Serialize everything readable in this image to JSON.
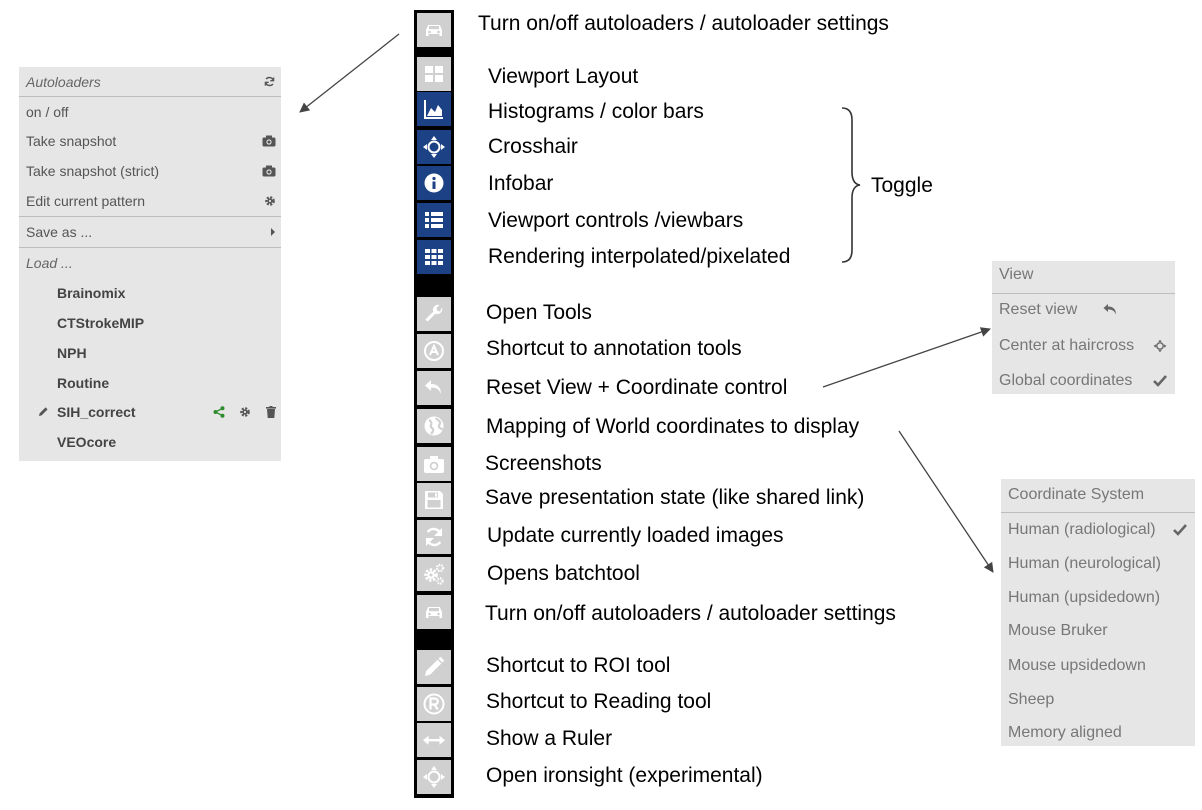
{
  "autoloader_menu": {
    "header": "Autoloaders",
    "items": [
      "on / off",
      "Take snapshot",
      "Take snapshot (strict)",
      "Edit current pattern"
    ],
    "save_as": "Save as ...",
    "load_header": "Load ...",
    "patterns": [
      "Brainomix",
      "CTStrokeMIP",
      "NPH",
      "Routine",
      "SIH_correct",
      "VEOcore"
    ],
    "accent_share_color": "#2e8b2e"
  },
  "toolbar": {
    "buttons": [
      {
        "icon": "car-icon",
        "style": "grey"
      },
      {
        "icon": "layout-grid-icon",
        "style": "grey"
      },
      {
        "icon": "area-chart-icon",
        "style": "blue"
      },
      {
        "icon": "crosshair-arrows-icon",
        "style": "blue"
      },
      {
        "icon": "info-icon",
        "style": "blue"
      },
      {
        "icon": "list-icon",
        "style": "blue"
      },
      {
        "icon": "grid-dots-icon",
        "style": "blue"
      },
      {
        "icon": "wrench-icon",
        "style": "grey"
      },
      {
        "icon": "annotation-circle-icon",
        "style": "grey"
      },
      {
        "icon": "undo-arrow-icon",
        "style": "grey"
      },
      {
        "icon": "globe-icon",
        "style": "grey"
      },
      {
        "icon": "camera-icon",
        "style": "grey"
      },
      {
        "icon": "floppy-disk-icon",
        "style": "grey"
      },
      {
        "icon": "refresh-icon",
        "style": "grey"
      },
      {
        "icon": "gears-icon",
        "style": "grey"
      },
      {
        "icon": "car-icon",
        "style": "grey"
      },
      {
        "icon": "pencil-icon",
        "style": "grey"
      },
      {
        "icon": "registered-r-icon",
        "style": "grey"
      },
      {
        "icon": "horizontal-arrows-icon",
        "style": "grey"
      },
      {
        "icon": "crosshair-arrows-icon",
        "style": "grey"
      }
    ],
    "active_color": "#1c4285",
    "inactive_color": "#d0d0d0"
  },
  "labels": [
    "Turn on/off autoloaders / autoloader settings",
    "Viewport Layout",
    "Histograms / color bars",
    "Crosshair",
    "Infobar",
    "Viewport controls /viewbars",
    "Rendering interpolated/pixelated",
    "Open Tools",
    "Shortcut to annotation tools",
    "Reset View + Coordinate control",
    "Mapping of World coordinates to display",
    "Screenshots",
    "Save presentation state (like shared link)",
    "Update currently loaded images",
    "Opens batchtool",
    "Turn on/off autoloaders / autoloader settings",
    "Shortcut to ROI tool",
    "Shortcut to Reading tool",
    "Show a Ruler",
    "Open ironsight (experimental)"
  ],
  "toggle_label": "Toggle",
  "view_menu": {
    "header": "View",
    "items": [
      "Reset view",
      "Center at haircross",
      "Global coordinates"
    ]
  },
  "coordinate_menu": {
    "header": "Coordinate System",
    "items": [
      "Human (radiological)",
      "Human (neurological)",
      "Human (upsidedown)",
      "Mouse Bruker",
      "Mouse upsidedown",
      "Sheep",
      "Memory aligned"
    ]
  }
}
